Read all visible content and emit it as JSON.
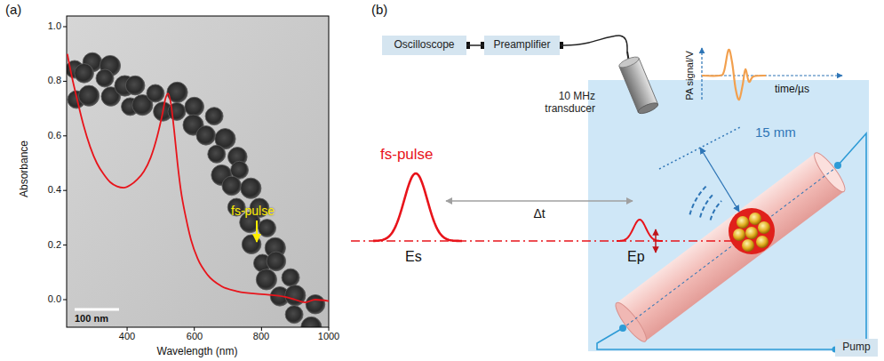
{
  "diagram": {
    "nodes": [
      {
        "text": [
          "Oscilloscope"
        ]
      },
      {
        "text": [
          "Preamplifier"
        ]
      },
      {
        "text": [
          "10 MHz transducer"
        ]
      },
      {
        "text": [
          "Pump"
        ]
      }
    ],
    "edges": [
      {
        "from": 0,
        "to": 1,
        "arrow": "none"
      },
      {
        "from": 1,
        "to": 2,
        "arrow": "none"
      }
    ],
    "labels": [
      "(a)",
      "(b)",
      "1.0",
      "0.8",
      "0.6",
      "0.4",
      "0.2",
      "0.0",
      "400",
      "600",
      "800",
      "1000",
      "Absorbance",
      "Wavelength (nm)",
      "100 nm",
      "fs-pulse",
      "fs-pulse",
      "PA signal/V",
      "time/µs",
      "15 mm",
      "Δt",
      "Es",
      "Ep"
    ]
  }
}
